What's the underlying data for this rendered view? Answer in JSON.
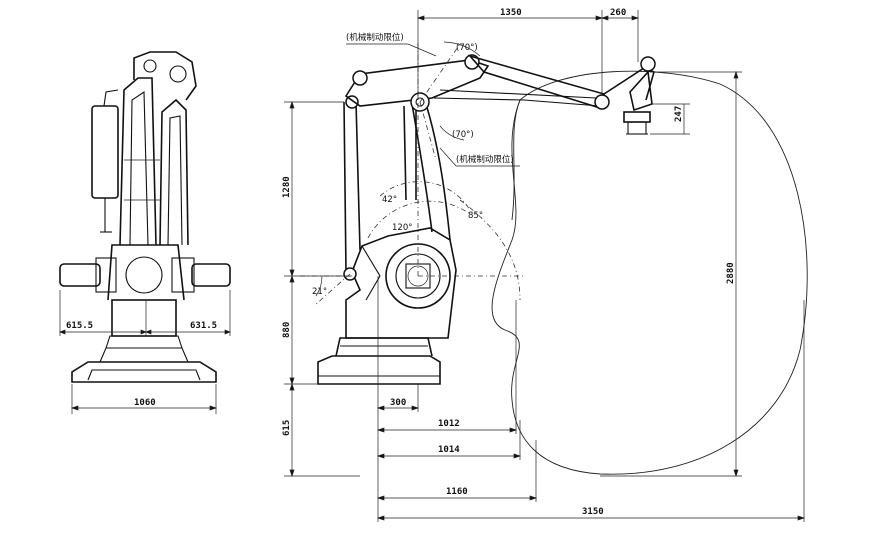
{
  "dimensions": {
    "d1350": "1350",
    "d260": "260",
    "d247": "247",
    "d1280": "1280",
    "d880": "880",
    "d615_left": "615",
    "d2880": "2880",
    "d300": "300",
    "d1012": "1012",
    "d1014": "1014",
    "d1160": "1160",
    "d3150": "3150",
    "d615_5": "615.5",
    "d631_5": "631.5",
    "d1060": "1060"
  },
  "angles": {
    "a70_top": "(70°)",
    "a70_mid": "(70°)",
    "a42": "42°",
    "a120": "120°",
    "a85": "85°",
    "a21": "21°"
  },
  "notes": {
    "limit_top": "(机械制动限位)",
    "limit_mid": "(机械制动限位)"
  }
}
